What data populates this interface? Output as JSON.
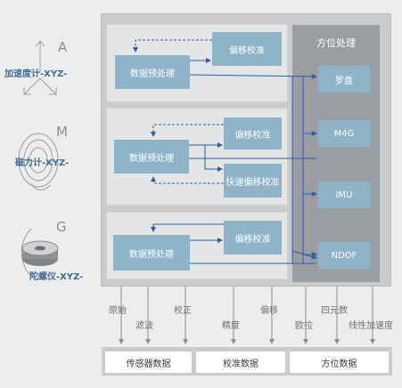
{
  "sensors": {
    "accel": {
      "letter": "A",
      "label": "加速度计-XYZ-"
    },
    "mag": {
      "letter": "M",
      "label": "磁力计-XYZ-"
    },
    "gyro": {
      "letter": "G",
      "label": "陀螺仪-XYZ-"
    }
  },
  "processing": {
    "preprocess_label": "数据预处理",
    "offset_calib_label": "偏移校准",
    "fast_offset_calib_label": "快速偏移校准"
  },
  "fusion": {
    "title": "方位处理",
    "modes": [
      "罗盘",
      "M4G",
      "IMU",
      "NDOF"
    ]
  },
  "bottom_labels": {
    "raw": "原始",
    "filter": "滤波",
    "correction": "校正",
    "precision": "精度",
    "offset": "偏移",
    "euler": "欧拉",
    "quaternion": "四元数",
    "linear_accel": "线性加速度"
  },
  "outputs": {
    "sensor_data": "传感器数据",
    "calib_data": "校准数据",
    "orientation_data": "方位数据"
  },
  "colors": {
    "arrow_blue": "#2a5fa8",
    "box_blue": "#8fb3c9",
    "fusion_gray": "#9a9ea3",
    "label_blue": "#3f6d9b"
  }
}
